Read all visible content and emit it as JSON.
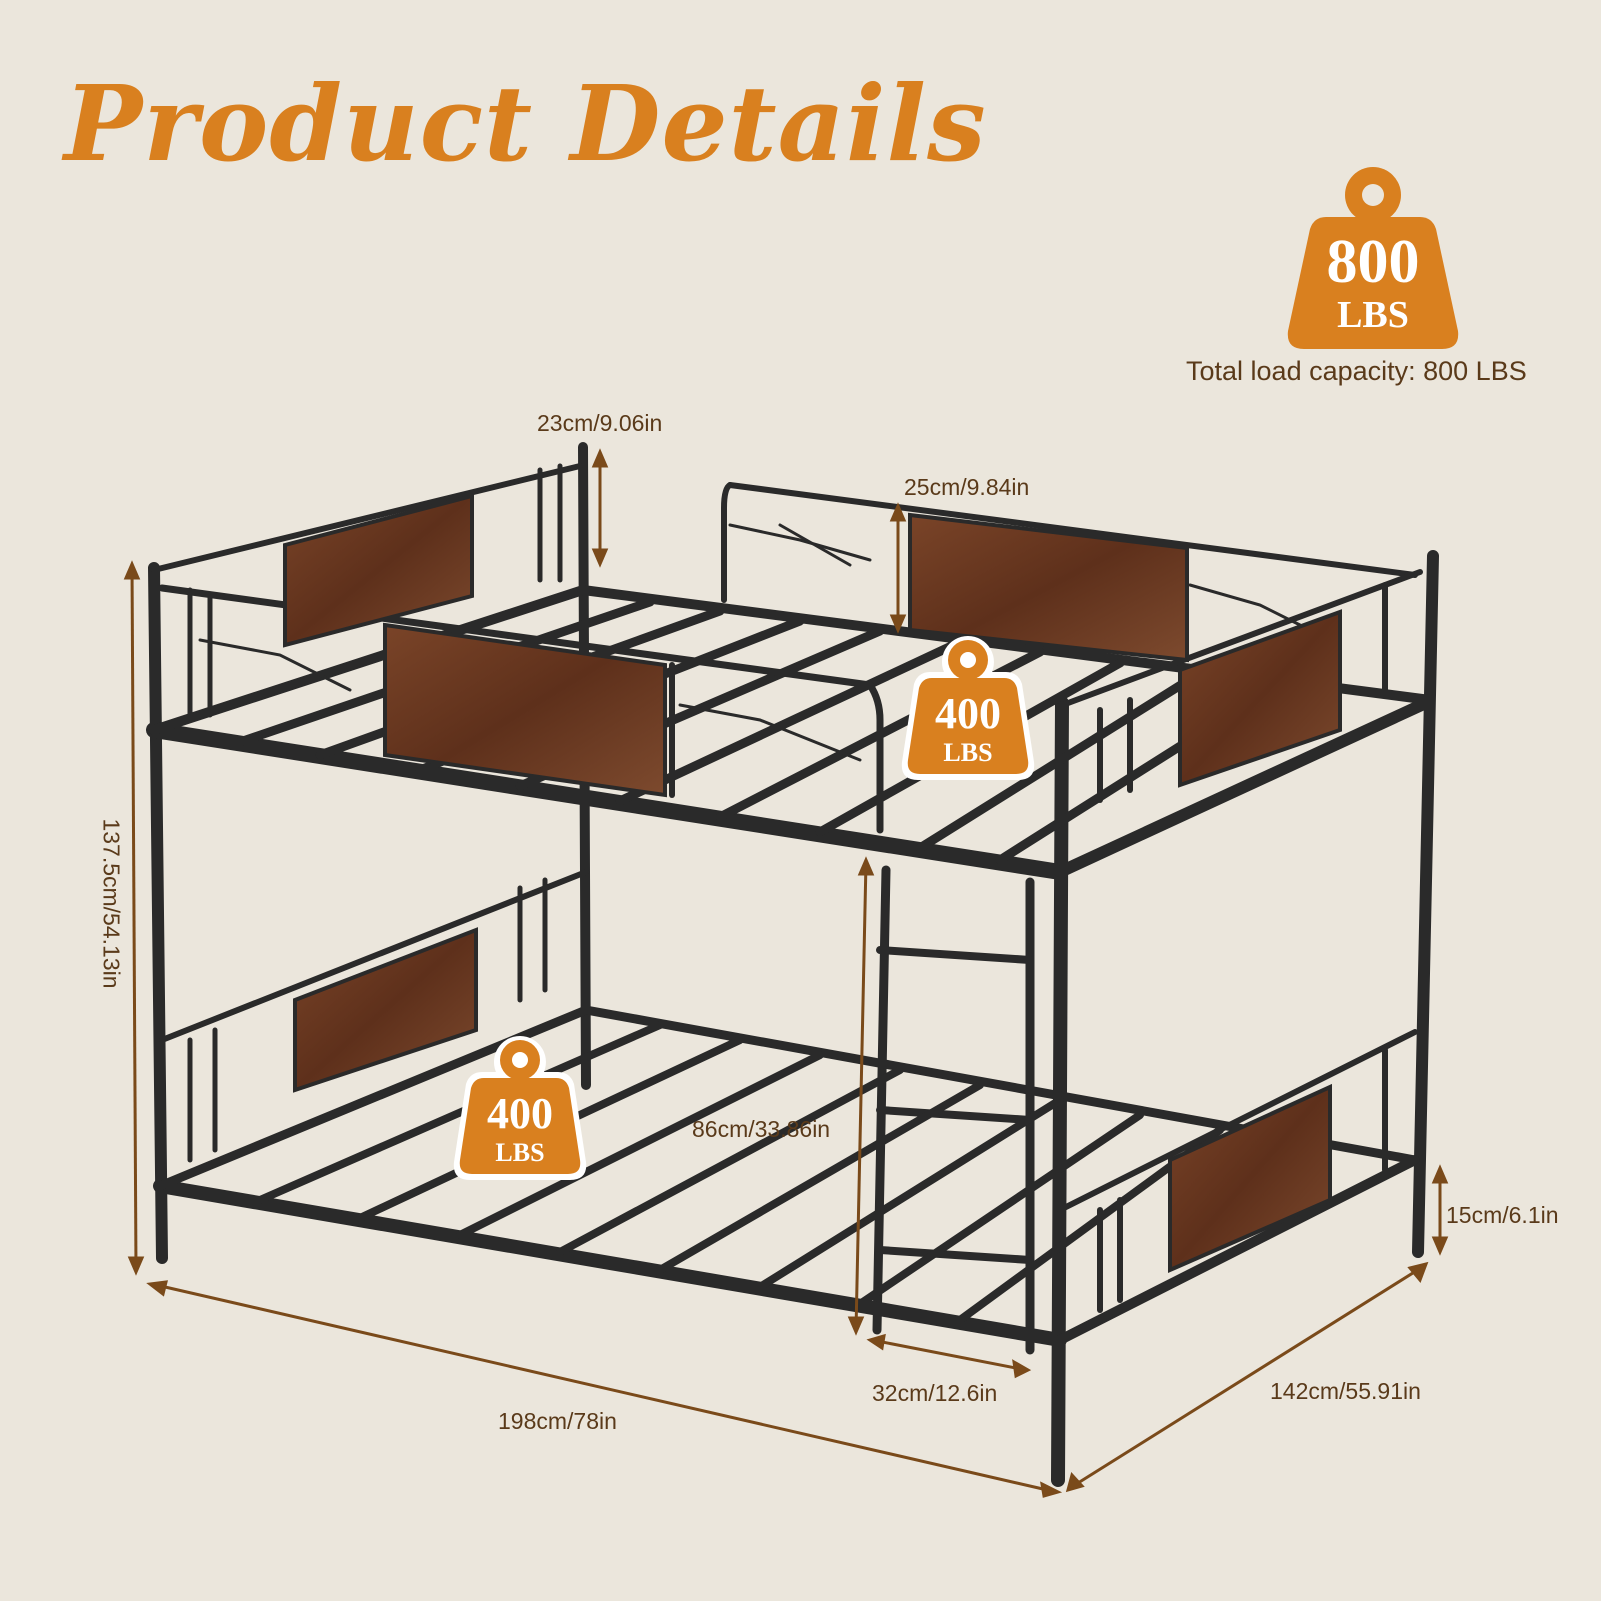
{
  "header": {
    "title": "Product Details"
  },
  "capacity": {
    "total": {
      "value": "800",
      "unit": "LBS"
    },
    "total_label": "Total load capacity: 800 LBS",
    "top_bunk": {
      "value": "400",
      "unit": "LBS"
    },
    "bottom_bunk": {
      "value": "400",
      "unit": "LBS"
    }
  },
  "dimensions": {
    "headboard_height": "23cm/9.06in",
    "guardrail_height": "25cm/9.84in",
    "total_height": "137.5cm/54.13in",
    "bunk_clearance": "86cm/33.86in",
    "floor_clearance": "15cm/6.1in",
    "ladder_width": "32cm/12.6in",
    "length": "198cm/78in",
    "width": "142cm/55.91in"
  },
  "colors": {
    "accent": "#d9801f",
    "background": "#ebe6dc",
    "frame": "#2a2a2a",
    "wood": "#6e3b22",
    "text": "#5a3a1a"
  }
}
